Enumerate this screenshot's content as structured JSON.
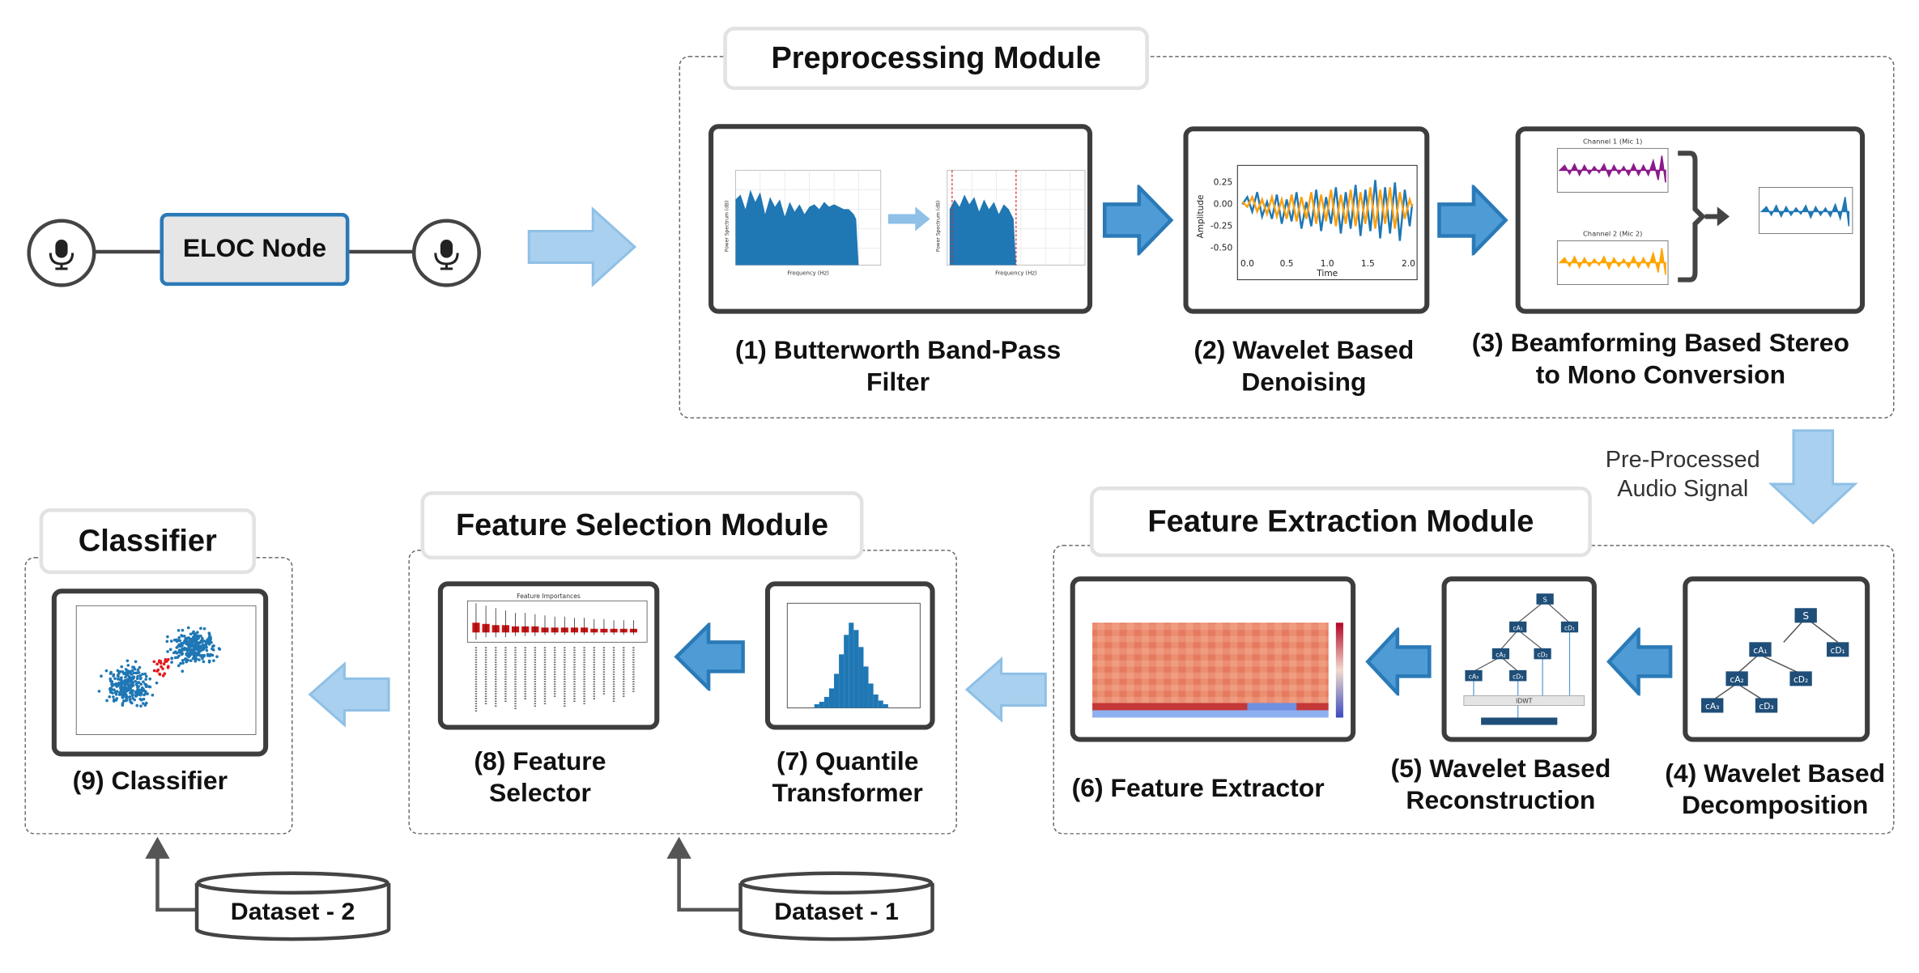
{
  "eloc": {
    "node_label": "ELOC Node"
  },
  "modules": {
    "preprocessing": "Preprocessing Module",
    "feature_extraction": "Feature Extraction Module",
    "feature_selection": "Feature Selection Module",
    "classifier": "Classifier"
  },
  "steps": {
    "s1_line1": "(1) Butterworth Band-Pass",
    "s1_line2": "Filter",
    "s2_line1": "(2) Wavelet Based",
    "s2_line2": "Denoising",
    "s3_line1": "(3) Beamforming Based Stereo",
    "s3_line2": "to Mono Conversion",
    "s4_line1": "(4) Wavelet Based",
    "s4_line2": "Decomposition",
    "s5_line1": "(5) Wavelet Based",
    "s5_line2": "Reconstruction",
    "s6": "(6) Feature Extractor",
    "s7_line1": "(7) Quantile",
    "s7_line2": "Transformer",
    "s8_line1": "(8) Feature",
    "s8_line2": "Selector",
    "s9": "(9) Classifier"
  },
  "transition": {
    "line1": "Pre-Processed",
    "line2": "Audio Signal"
  },
  "datasets": {
    "d1": "Dataset - 1",
    "d2": "Dataset - 2"
  },
  "thumbs": {
    "butter_ylabel": "Power Spectrum (dB)",
    "butter_xlabel": "Frequency (Hz)",
    "denoise_ylabel": "Amplitude",
    "denoise_xlabel": "Time",
    "denoise_yticks": [
      "0.25",
      "0.00",
      "-0.25",
      "-0.50"
    ],
    "denoise_xticks": [
      "0.0",
      "0.5",
      "1.0",
      "1.5",
      "2.0"
    ],
    "ch1_title": "Channel 1 (Mic 1)",
    "ch2_title": "Channel 2 (Mic 2)",
    "wavelet_root": "S",
    "wavelet_nodes": [
      "cA₁",
      "cD₁",
      "cA₂",
      "cD₂",
      "cA₃",
      "cD₃"
    ],
    "idwt_label": "IDWT",
    "fi_title": "Feature Importances"
  },
  "colors": {
    "accent_blue": "#2a7ab8",
    "arrow_fill": "#4f9bd5",
    "arrow_light": "#a9d0ee",
    "wave_blue": "#1f77b4",
    "wave_orange": "#ff9f0f",
    "ch1": "#8b1a8b"
  }
}
